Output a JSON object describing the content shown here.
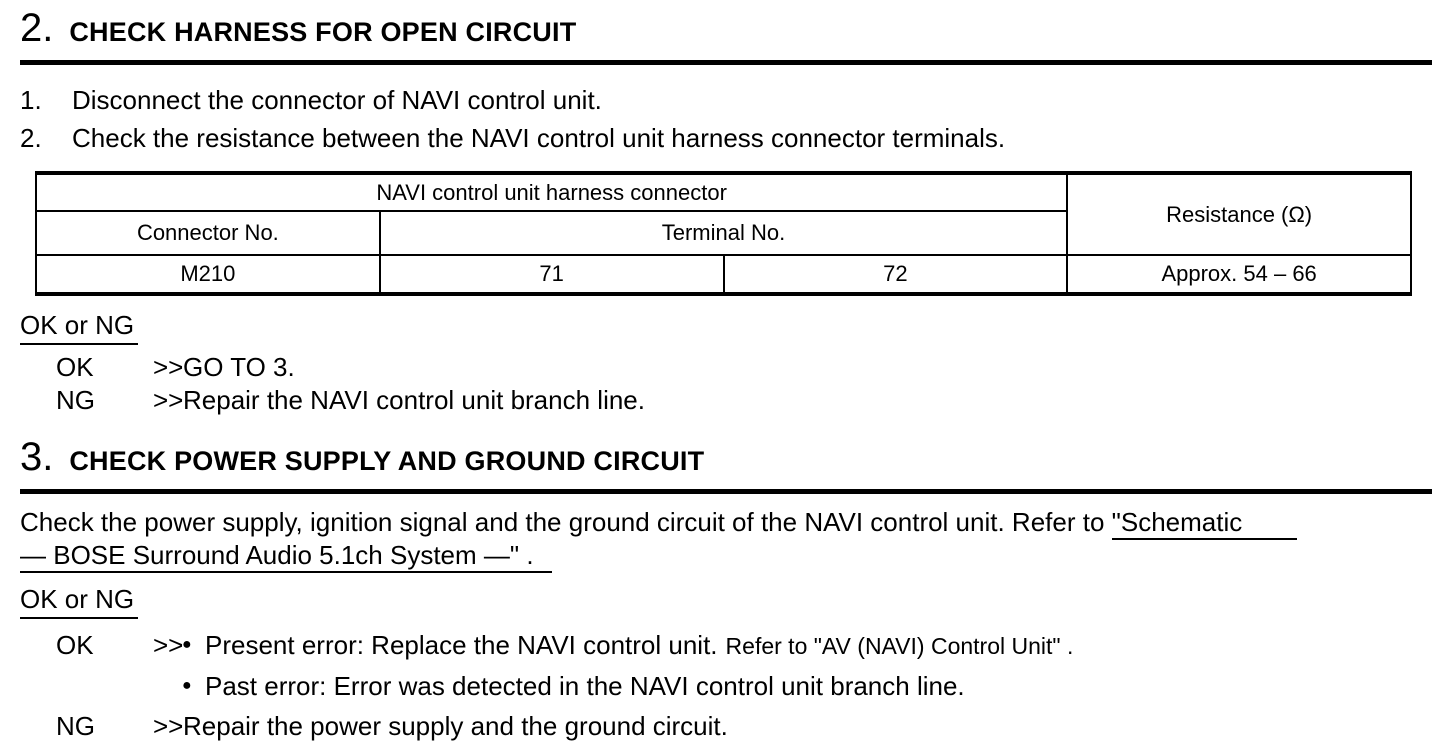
{
  "page": {
    "background": "#ffffff",
    "text_color": "#000000"
  },
  "section2": {
    "number": "2.",
    "title": "CHECK HARNESS FOR OPEN CIRCUIT",
    "steps": [
      {
        "num": "1.",
        "text": "Disconnect the connector of NAVI control unit."
      },
      {
        "num": "2.",
        "text": "Check the resistance between the NAVI control unit harness connector terminals."
      }
    ],
    "table": {
      "group_header": "NAVI control unit harness connector",
      "resistance_header": "Resistance (Ω)",
      "connector_header": "Connector No.",
      "terminal_header": "Terminal No.",
      "row": {
        "connector_no": "M210",
        "terminal_1": "71",
        "terminal_2": "72",
        "resistance": "Approx. 54 – 66"
      }
    },
    "ok_or_ng_label": "OK or NG",
    "results": [
      {
        "term": "OK",
        "arrow": ">>",
        "text": "GO TO 3."
      },
      {
        "term": "NG",
        "arrow": ">>",
        "text": "Repair the NAVI control unit branch line."
      }
    ]
  },
  "section3": {
    "number": "3.",
    "title": "CHECK POWER SUPPLY AND GROUND CIRCUIT",
    "paragraph": {
      "text_before_link": "Check the power supply, ignition signal and the ground circuit of the NAVI control unit. Refer to ",
      "link_line1": "\"Schematic",
      "link_line2": "— BOSE Surround Audio 5.1ch System —\" ."
    },
    "ok_or_ng_label": "OK or NG",
    "results": {
      "ok": {
        "term": "OK",
        "arrow": ">>",
        "bullet": "●",
        "text": "Present error: Replace the NAVI control unit.",
        "ref": "Refer to \"AV (NAVI) Control Unit\" ."
      },
      "ok2": {
        "bullet": "●",
        "text": "Past error: Error was detected in the NAVI control unit branch line."
      },
      "ng": {
        "term": "NG",
        "arrow": ">>",
        "text": "Repair the power supply and the ground circuit."
      }
    }
  }
}
